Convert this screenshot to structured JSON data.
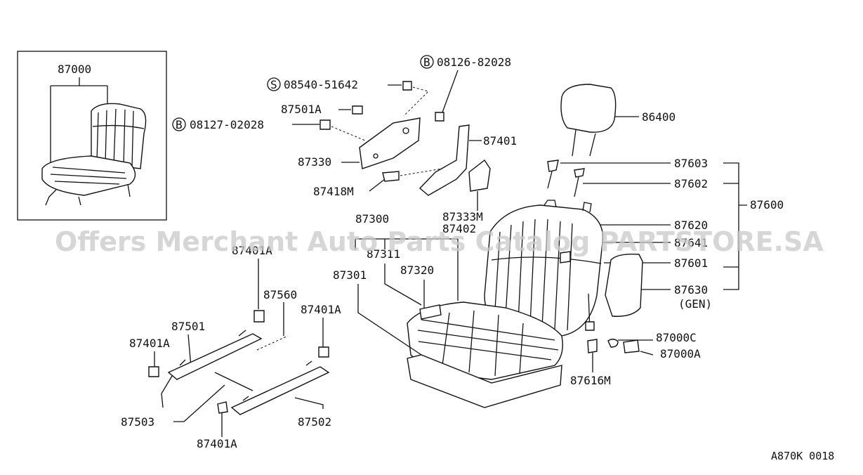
{
  "labels": {
    "inset_87000": "87000",
    "bolt_s": "08540-51642",
    "bolt_s_prefix": "S",
    "bolt_b1": "08126-82028",
    "bolt_b1_prefix": "B",
    "bolt_b2": "08127-02028",
    "bolt_b2_prefix": "B",
    "p87501A_top": "87501A",
    "p87330": "87330",
    "p87401": "87401",
    "p87418M": "87418M",
    "p87333M": "87333M",
    "p87402": "87402",
    "p86400": "86400",
    "p87603": "87603",
    "p87602": "87602",
    "p87600": "87600",
    "p87620": "87620",
    "p87641": "87641",
    "p87601": "87601",
    "p87630": "87630",
    "p87630_gen": "(GEN)",
    "p87300": "87300",
    "p87311": "87311",
    "p87320": "87320",
    "p87301": "87301",
    "p87401A_1": "87401A",
    "p87560": "87560",
    "p87401A_2": "87401A",
    "p87501": "87501",
    "p87401A_3": "87401A",
    "p87503": "87503",
    "p87502": "87502",
    "p87401A_4": "87401A",
    "p87000C": "87000C",
    "p87000A": "87000A",
    "p87616M": "87616M",
    "diagram_code": "A870K 0018"
  },
  "watermark": "Offers Merchant Auto Parts Catalog PARTSTORE.SA"
}
